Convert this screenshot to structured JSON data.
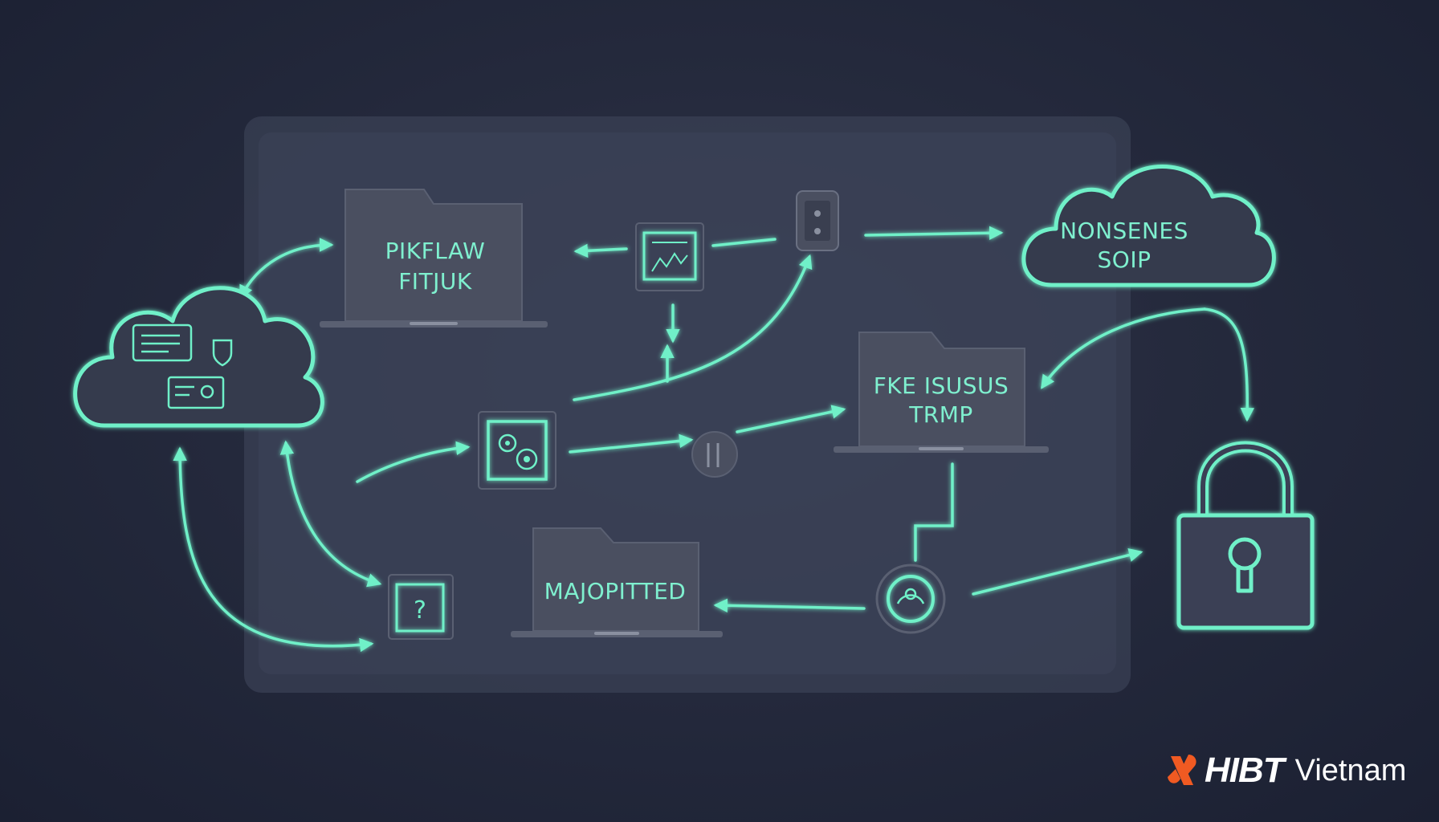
{
  "nodes": {
    "laptop_top": {
      "line1": "PIKFLAW",
      "line2": "FITJUK"
    },
    "cloud_right": {
      "line1": "NONSENES",
      "line2": "SOIP"
    },
    "laptop_middle": {
      "line1": "FKE ISUSUS",
      "line2": "TRMP"
    },
    "laptop_bottom": {
      "line1": "MAJOPITTED"
    },
    "help_box": {
      "symbol": "?"
    }
  },
  "icons": [
    "cloud-left-icon",
    "chart-screen-icon",
    "phone-device-icon",
    "gears-box-icon",
    "coin-icon",
    "help-box-icon",
    "handshake-coin-icon",
    "padlock-icon"
  ],
  "colors": {
    "accent": "#6ff0c8",
    "background": "#22273a",
    "panel": "#3a4055",
    "device_fill": "#4a4f60",
    "brand_mark": "#f05a22"
  },
  "brand": {
    "name": "HIBT",
    "region": "Vietnam"
  }
}
